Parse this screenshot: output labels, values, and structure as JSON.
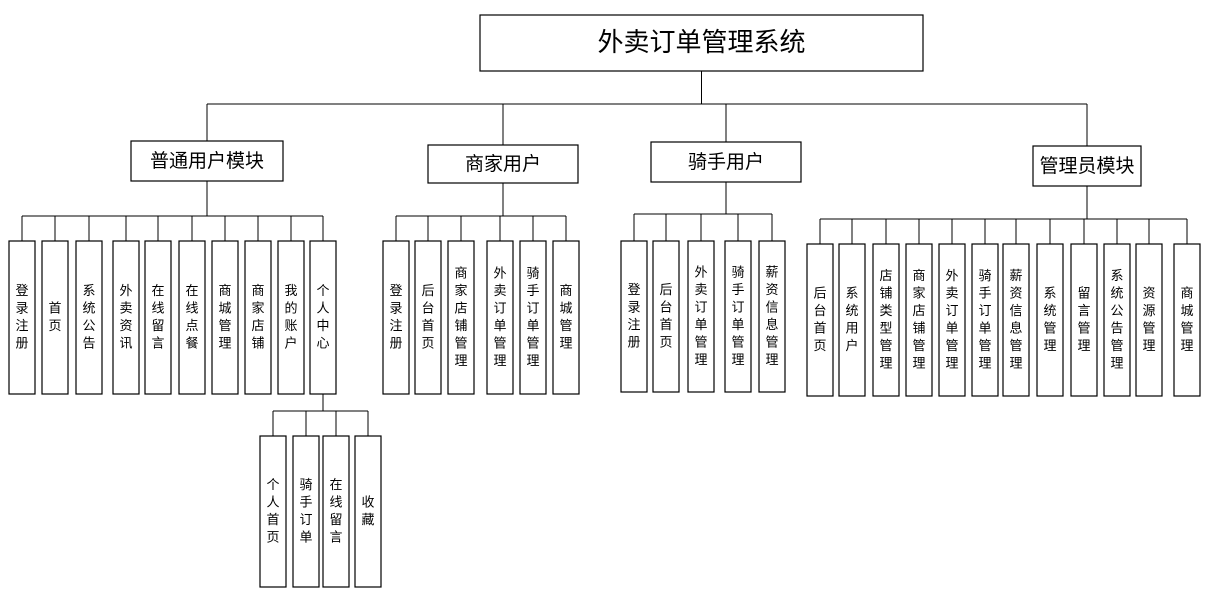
{
  "root": "外卖订单管理系统",
  "modules": [
    {
      "id": "user",
      "label": "普通用户模块",
      "children": [
        {
          "label": "登录注册"
        },
        {
          "label": "首页"
        },
        {
          "label": "系统公告"
        },
        {
          "label": "外卖资讯"
        },
        {
          "label": "在线留言"
        },
        {
          "label": "在线点餐"
        },
        {
          "label": "商城管理"
        },
        {
          "label": "商家店铺"
        },
        {
          "label": "我的账户"
        },
        {
          "label": "个人中心",
          "children": [
            {
              "label": "个人首页"
            },
            {
              "label": "骑手订单"
            },
            {
              "label": "在线留言"
            },
            {
              "label": "收藏"
            }
          ]
        }
      ]
    },
    {
      "id": "merchant",
      "label": "商家用户",
      "children": [
        {
          "label": "登录注册"
        },
        {
          "label": "后台首页"
        },
        {
          "label": "商家店铺管理"
        },
        {
          "label": "外卖订单管理"
        },
        {
          "label": "骑手订单管理"
        },
        {
          "label": "商城管理"
        }
      ]
    },
    {
      "id": "rider",
      "label": "骑手用户",
      "children": [
        {
          "label": "登录注册"
        },
        {
          "label": "后台首页"
        },
        {
          "label": "外卖订单管理"
        },
        {
          "label": "骑手订单管理"
        },
        {
          "label": "薪资信息管理"
        }
      ]
    },
    {
      "id": "admin",
      "label": "管理员模块",
      "children": [
        {
          "label": "后台首页"
        },
        {
          "label": "系统用户"
        },
        {
          "label": "店铺类型管理"
        },
        {
          "label": "商家店铺管理"
        },
        {
          "label": "外卖订单管理"
        },
        {
          "label": "骑手订单管理"
        },
        {
          "label": "薪资信息管理"
        },
        {
          "label": "系统管理"
        },
        {
          "label": "留言管理"
        },
        {
          "label": "系统公告管理"
        },
        {
          "label": "资源管理"
        },
        {
          "label": "商城管理"
        }
      ]
    }
  ]
}
